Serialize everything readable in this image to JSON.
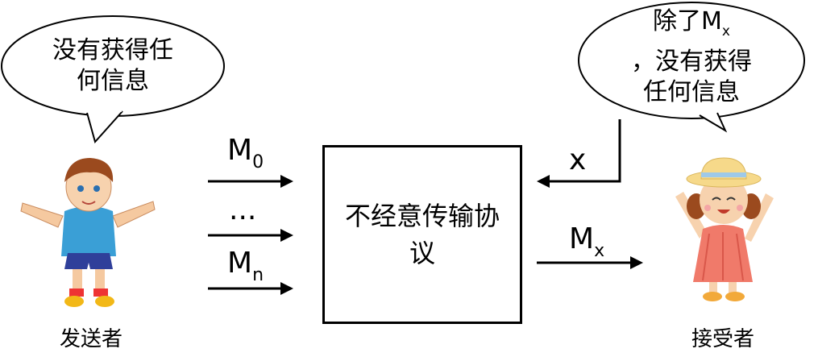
{
  "sender": {
    "bubble_text": "没有获得任何信息",
    "caption": "发送者"
  },
  "receiver": {
    "bubble_line1": "除了M",
    "bubble_line1_sub": "x",
    "bubble_line2": "，没有获得",
    "bubble_line3": "任何信息",
    "caption": "接受者"
  },
  "protocol": {
    "label": "不经意传输协议"
  },
  "inputs": {
    "m0": "M",
    "m0_sub": "0",
    "dots": "...",
    "mn": "M",
    "mn_sub": "n",
    "x": "x"
  },
  "output": {
    "mx": "M",
    "mx_sub": "x"
  },
  "colors": {
    "boy_shirt": "#3a9fd6",
    "boy_shorts": "#2f3f9a",
    "boy_hair": "#9b4a1e",
    "girl_dress": "#f07a6a",
    "girl_hat": "#f6d98a"
  }
}
